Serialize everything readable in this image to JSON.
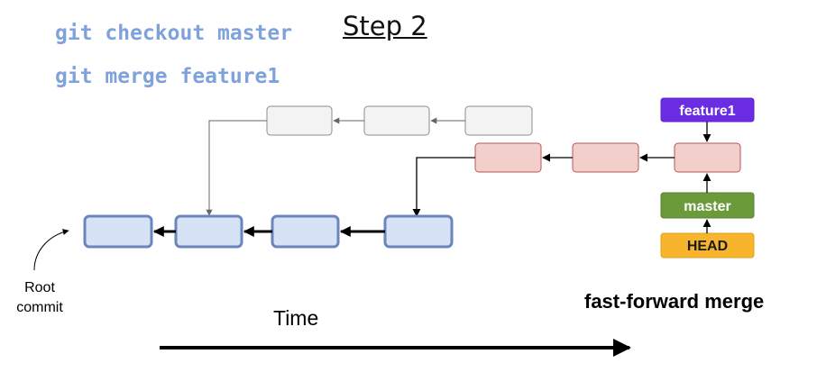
{
  "commands": [
    "git checkout master",
    "git merge feature1"
  ],
  "title": "Step 2",
  "labels": {
    "feature_branch": "feature1",
    "master_branch": "master",
    "head": "HEAD",
    "root_commit_line1": "Root",
    "root_commit_line2": "commit",
    "time": "Time",
    "merge_type": "fast-forward merge"
  },
  "colors": {
    "main_commit_fill": "#d6e2f5",
    "main_commit_stroke": "#6a86bd",
    "old_commit_fill": "#f3f3f3",
    "old_commit_stroke": "#8c8c8c",
    "feature_commit_fill": "#f3cfcc",
    "feature_commit_stroke": "#b85450",
    "feature1_label": "#6a2de3",
    "master_label": "#6b9a3b",
    "head_label": "#f7b52e",
    "command_text": "#7ea2d9"
  }
}
